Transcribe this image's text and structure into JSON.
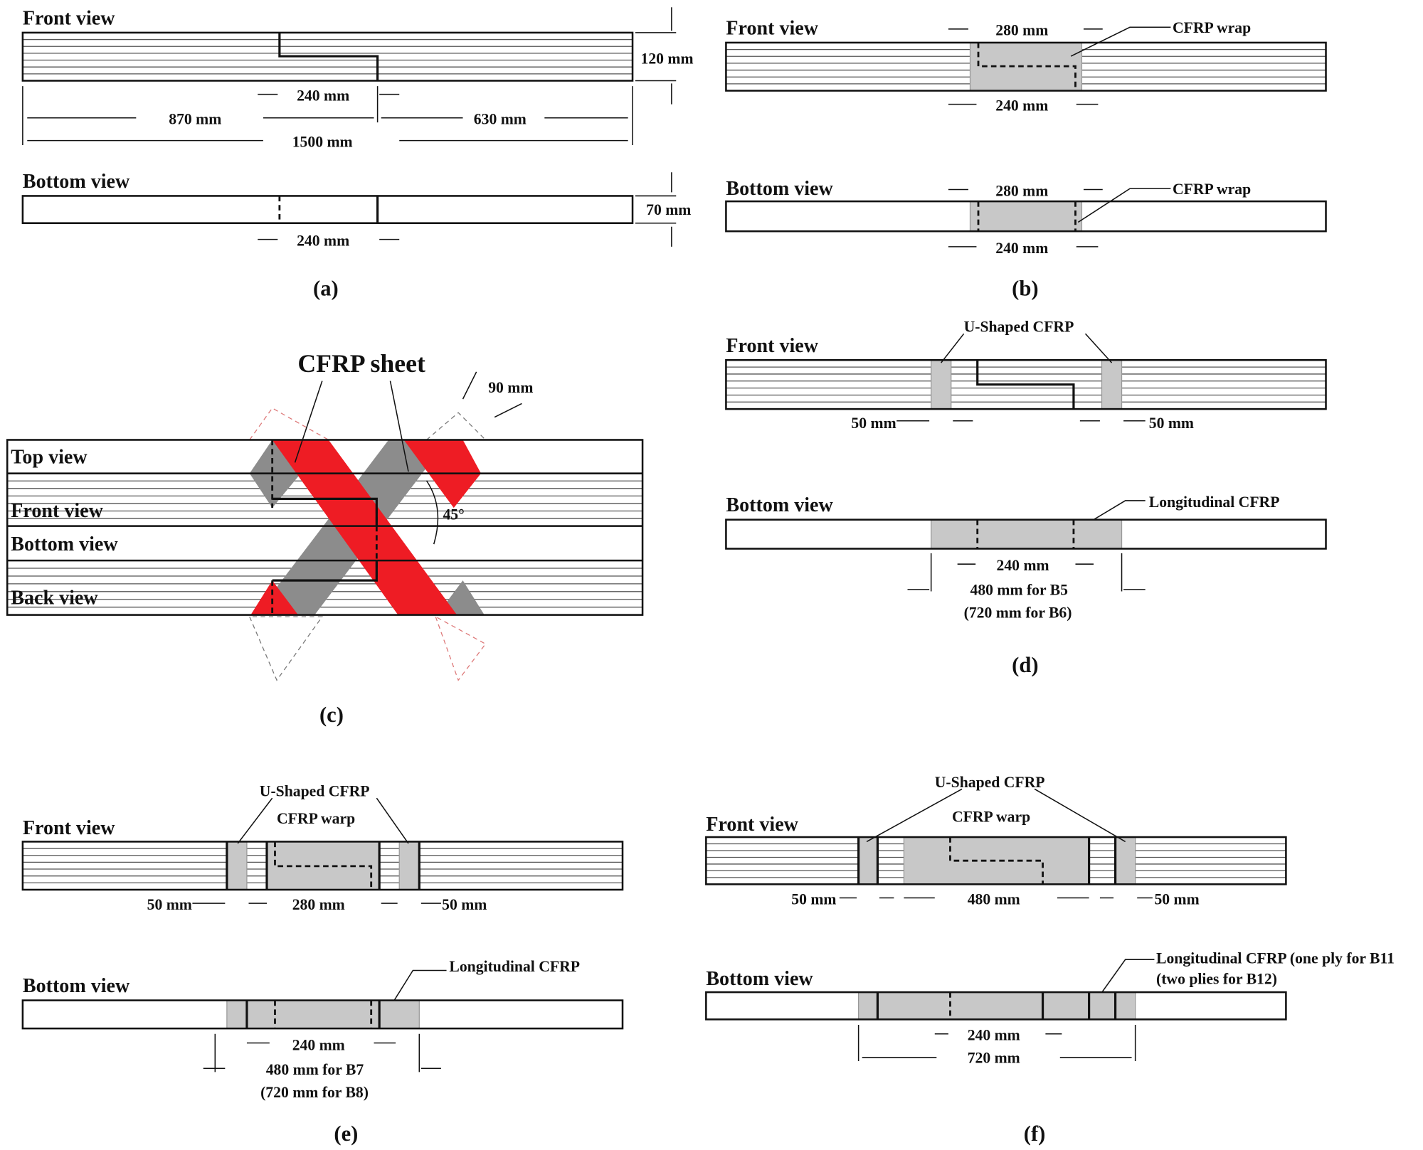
{
  "colors": {
    "cfrp_red": "#ee1c24",
    "cfrp_gray": "#8c8c8c",
    "wrap_gray": "#c8c8c8"
  },
  "a": {
    "caption": "(a)",
    "front": "Front view",
    "bottom": "Bottom view",
    "d120": "120 mm",
    "d240": "240 mm",
    "d870": "870 mm",
    "d630": "630 mm",
    "d1500": "1500 mm",
    "d70": "70 mm",
    "d240b": "240 mm"
  },
  "b": {
    "caption": "(b)",
    "front": "Front view",
    "bottom": "Bottom view",
    "d280": "280 mm",
    "d240": "240 mm",
    "wrap": "CFRP wrap",
    "d280b": "280 mm",
    "d240b": "240 mm",
    "wrapb": "CFRP wrap"
  },
  "c": {
    "caption": "(c)",
    "sheet": "CFRP sheet",
    "d90": "90 mm",
    "angle": "45°",
    "top": "Top view",
    "front": "Front view",
    "bottom": "Bottom view",
    "back": "Back view"
  },
  "d": {
    "caption": "(d)",
    "front": "Front view",
    "bottom": "Bottom view",
    "ushaped": "U-Shaped CFRP",
    "d50l": "50 mm",
    "d50r": "50 mm",
    "long": "Longitudinal CFRP",
    "d240": "240 mm",
    "d480": "480 mm for B5",
    "d720": "(720 mm for B6)"
  },
  "e": {
    "caption": "(e)",
    "front": "Front view",
    "bottom": "Bottom view",
    "ushaped": "U-Shaped CFRP",
    "warp": "CFRP warp",
    "d50l": "50 mm",
    "d280": "280 mm",
    "d50r": "50 mm",
    "long": "Longitudinal CFRP",
    "d240": "240 mm",
    "d480": "480 mm for B7",
    "d720": "(720 mm for B8)"
  },
  "f": {
    "caption": "(f)",
    "front": "Front view",
    "bottom": "Bottom view",
    "ushaped": "U-Shaped CFRP",
    "warp": "CFRP warp",
    "d50l": "50 mm",
    "d480": "480 mm",
    "d50r": "50 mm",
    "long1": "Longitudinal CFRP (one ply for B11",
    "long2": "(two plies for B12)",
    "d240": "240 mm",
    "d720": "720 mm"
  }
}
